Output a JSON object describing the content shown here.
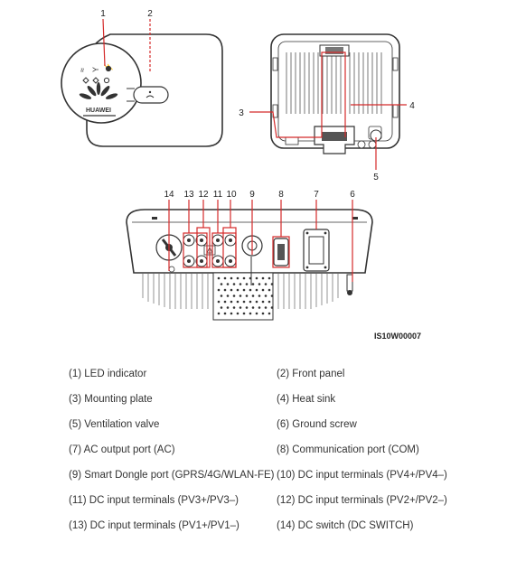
{
  "figure": {
    "code": "IS10W00007",
    "callouts": {
      "top": [
        "1",
        "2",
        "3",
        "4",
        "5"
      ],
      "bottom": [
        "14",
        "13",
        "12",
        "11",
        "10",
        "9",
        "8",
        "7",
        "6"
      ]
    },
    "brand": "HUAWEI"
  },
  "legend": {
    "items": [
      "(1) LED indicator",
      "(2) Front panel",
      "(3) Mounting plate",
      "(4) Heat sink",
      "(5) Ventilation valve",
      "(6) Ground screw",
      "(7) AC output port (AC)",
      "(8) Communication port (COM)",
      "(9) Smart Dongle port (GPRS/4G/WLAN-FE)",
      "(10) DC input terminals (PV4+/PV4–)",
      "(11) DC input terminals (PV3+/PV3–)",
      "(12) DC input terminals (PV2+/PV2–)",
      "(13) DC input terminals (PV1+/PV1–)",
      "(14) DC switch (DC SWITCH)"
    ]
  },
  "colors": {
    "callout_line": "#d42a2a",
    "drawing": "#333333"
  }
}
